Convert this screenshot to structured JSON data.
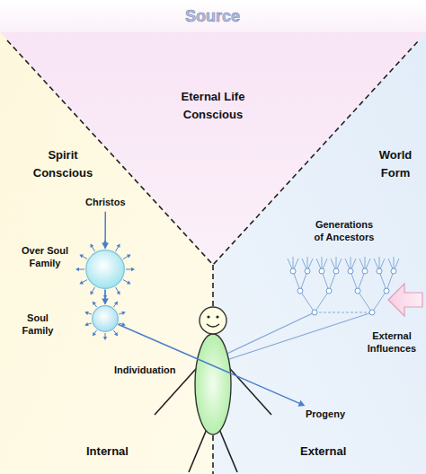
{
  "diagram": {
    "title": "Source",
    "nodes": [
      {
        "text": [
          "Christos"
        ]
      },
      {
        "text": [
          "Over Soul Family"
        ]
      },
      {
        "text": [
          "Soul Family"
        ]
      },
      {
        "text": [
          "Progeny"
        ]
      },
      {
        "text": [
          "Generations of Ancestors"
        ]
      }
    ],
    "edges": [
      {
        "from": 0,
        "to": 1,
        "arrow": "to"
      },
      {
        "from": 1,
        "to": 2,
        "arrow": "to"
      },
      {
        "from": 2,
        "to": 3,
        "arrow": "to",
        "label": "Individuation"
      }
    ],
    "labels": [
      "Eternal Life Conscious",
      "Spirit Conscious",
      "World Form",
      "External Influences",
      "Internal",
      "External"
    ]
  }
}
